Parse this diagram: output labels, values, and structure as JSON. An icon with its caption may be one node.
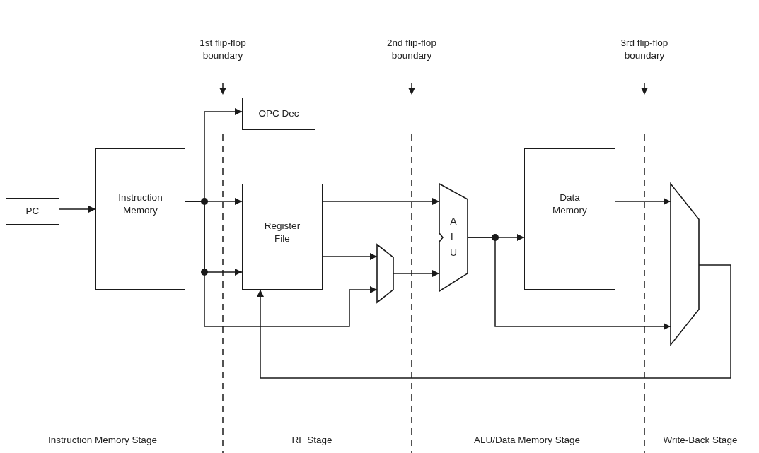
{
  "diagram": {
    "nodes": [
      {
        "text": [
          "PC"
        ]
      },
      {
        "text": [
          "Instruction Memory"
        ]
      },
      {
        "text": [
          "OPC Dec"
        ]
      },
      {
        "text": [
          "Register File"
        ]
      },
      {
        "text": [],
        "shape": "trapezoid"
      },
      {
        "text": [
          "A L U"
        ]
      },
      {
        "text": [
          "Data Memory"
        ]
      },
      {
        "text": [],
        "shape": "trapezoid"
      }
    ],
    "edges": [
      {
        "from": 0,
        "to": 1,
        "arrow": "to"
      },
      {
        "from": 1,
        "to": 2,
        "arrow": "to"
      },
      {
        "from": 1,
        "to": 3,
        "arrow": "to"
      },
      {
        "from": 1,
        "to": 3,
        "arrow": "to"
      },
      {
        "from": 1,
        "to": 4,
        "arrow": "to"
      },
      {
        "from": 3,
        "to": 5,
        "arrow": "to"
      },
      {
        "from": 3,
        "to": 4,
        "arrow": "to"
      },
      {
        "from": 4,
        "to": 5,
        "arrow": "to"
      },
      {
        "from": 5,
        "to": 6,
        "arrow": "to"
      },
      {
        "from": 5,
        "to": 7,
        "arrow": "to"
      },
      {
        "from": 6,
        "to": 7,
        "arrow": "to"
      },
      {
        "from": 7,
        "to": 3,
        "arrow": "to"
      }
    ],
    "labels": [
      "1st flip-flop boundary",
      "2nd flip-flop boundary",
      "3rd flip-flop boundary",
      "Instruction Memory Stage",
      "RF Stage",
      "ALU/Data Memory Stage",
      "Write-Back Stage"
    ]
  }
}
